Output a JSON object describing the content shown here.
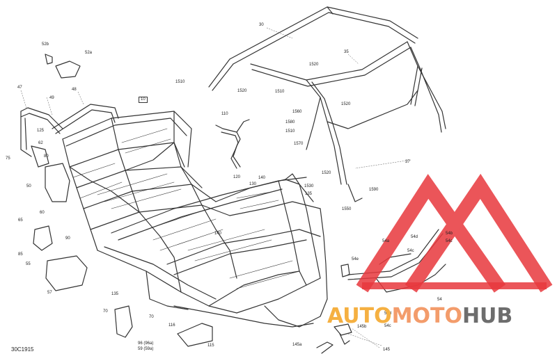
{
  "diagram": {
    "code": "30C1915",
    "watermark": {
      "part1": "AUTO",
      "part2": "MOTO",
      "part3": "HUB",
      "colors": {
        "triangle": "#e8383d",
        "auto": "#f5b041",
        "moto": "#f39c6b",
        "hub": "#6d6d6d"
      }
    },
    "callouts": {
      "c30": "30",
      "c35": "35",
      "c37": "37",
      "c10": "10",
      "c1510a": "1510",
      "c1510b": "1510",
      "c1510c": "1510",
      "c1520a": "1520",
      "c1520b": "1520",
      "c1520c": "1520",
      "c1520d": "1520",
      "c1560": "1560",
      "c1570": "1570",
      "c1580": "1580",
      "c1530": "1530",
      "c1550": "1550",
      "c1590": "1590",
      "c110": "110",
      "c120": "120",
      "c130": "130",
      "c140a": "140",
      "c140b": "140",
      "c135a": "135",
      "c135b": "135",
      "c52a": "52a",
      "c52b": "52b",
      "c47": "47",
      "c48": "48",
      "c49": "49",
      "c125": "125",
      "c62": "62",
      "c75": "75",
      "c80": "80",
      "c50": "50",
      "c60": "60",
      "c65": "65",
      "c90": "90",
      "c85": "85",
      "c55": "55",
      "c57": "57",
      "c70a": "70",
      "c70b": "70",
      "c116": "116",
      "c115": "115",
      "c96": "96 (96a)",
      "c59": "59 (59a)",
      "c54a": "54a",
      "c54b": "54b",
      "c54c": "54c",
      "c54d": "54d",
      "c54e": "54e",
      "c54ctop": "54c",
      "c54dbot": "54d",
      "c54cbot": "54c",
      "c54": "54",
      "c145a": "145a",
      "c145": "145",
      "c145b": "145b"
    }
  }
}
